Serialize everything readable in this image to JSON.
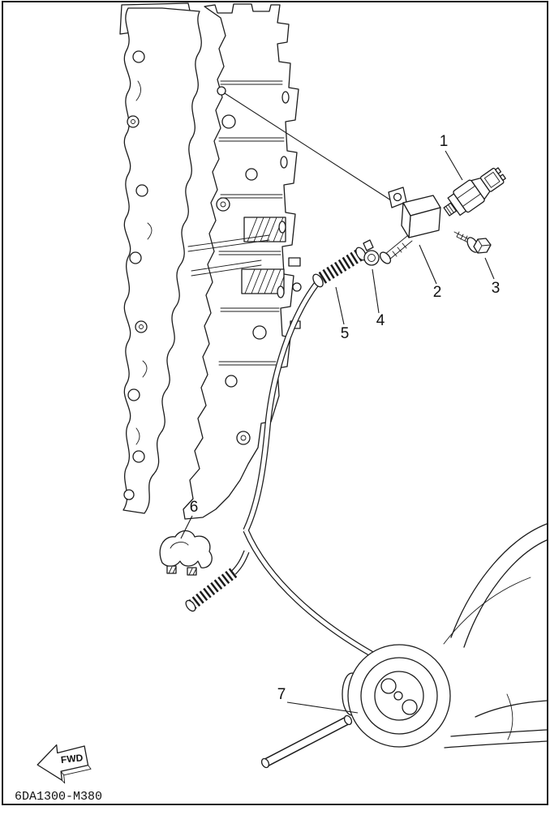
{
  "code": "6DA1300-M380",
  "fwd_label": "FWD",
  "parts": [
    "1",
    "2",
    "3",
    "4",
    "5",
    "6",
    "7"
  ]
}
